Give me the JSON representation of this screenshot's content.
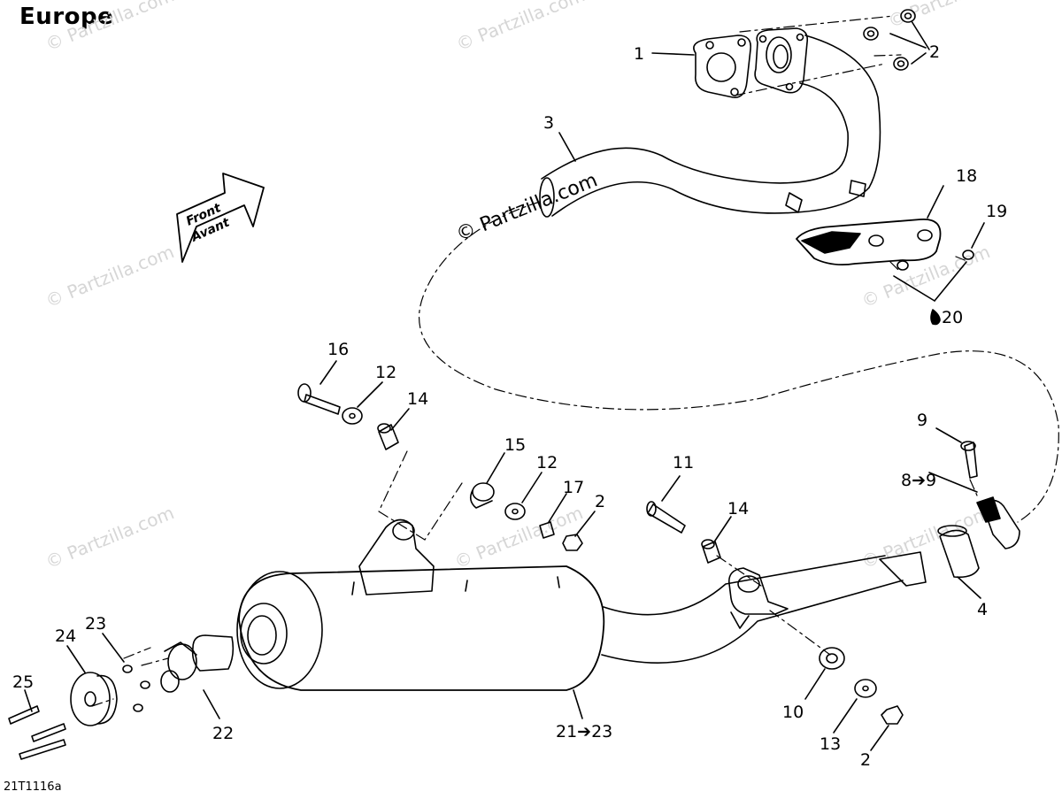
{
  "title": "Europe",
  "diagram_code": "21T1116a",
  "copyright_main": "© Partzilla.com",
  "watermark": "© Partzilla.com",
  "direction_arrow": {
    "line1": "Front",
    "line2": "Avant"
  },
  "callouts": {
    "c1": "1",
    "c2a": "2",
    "c2b": "2",
    "c2c": "2",
    "c3": "3",
    "c4": "4",
    "c8": "8➔9",
    "c9": "9",
    "c10": "10",
    "c11": "11",
    "c12a": "12",
    "c12b": "12",
    "c13": "13",
    "c14a": "14",
    "c14b": "14",
    "c15": "15",
    "c16": "16",
    "c17": "17",
    "c18": "18",
    "c19": "19",
    "c20": "20",
    "c21": "21➔23",
    "c22": "22",
    "c23": "23",
    "c24": "24",
    "c25": "25"
  },
  "colors": {
    "line": "#000000",
    "watermark": "#d6d6d6",
    "background": "#ffffff"
  }
}
